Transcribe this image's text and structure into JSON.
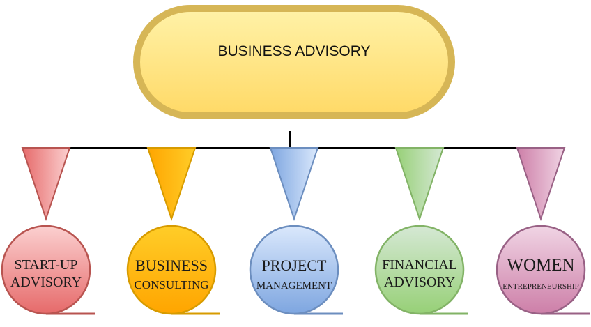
{
  "root": {
    "label": "BUSINESS ADVISORY"
  },
  "branches": [
    {
      "lines": [
        "START-UP",
        "ADVISORY"
      ],
      "fill_top": "#fbd0d0",
      "fill_bottom": "#e66a6a",
      "stroke": "#b85450"
    },
    {
      "lines": [
        "BUSINESS",
        "CONSULTING"
      ],
      "fill_top": "#ffcd28",
      "fill_bottom": "#ffa500",
      "stroke": "#d79b00"
    },
    {
      "lines": [
        "PROJECT",
        "MANAGEMENT"
      ],
      "fill_top": "#dae8fc",
      "fill_bottom": "#7ea6e0",
      "stroke": "#6c8ebf"
    },
    {
      "lines": [
        "FINANCIAL",
        "ADVISORY"
      ],
      "fill_top": "#d5e8d4",
      "fill_bottom": "#97d077",
      "stroke": "#82b366"
    },
    {
      "lines": [
        "WOMEN",
        "ENTREPRENEURSHIP"
      ],
      "fill_top": "#f0d4e4",
      "fill_bottom": "#cd7fa8",
      "stroke": "#996185"
    }
  ],
  "colors": {
    "root_fill_top": "#fff2a8",
    "root_fill_bottom": "#ffd966",
    "root_border": "#d6b656",
    "connector": "#000000"
  }
}
